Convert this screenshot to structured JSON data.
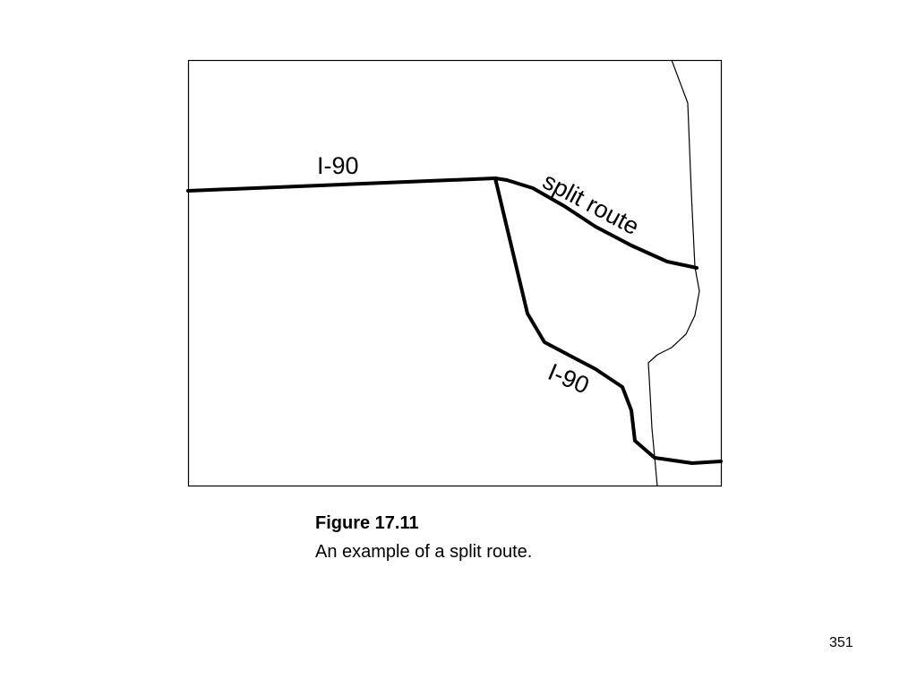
{
  "map": {
    "labels": {
      "main_route": "I-90",
      "split_route": "split route",
      "alternate_route": "I-90"
    }
  },
  "caption": {
    "title": "Figure 17.11",
    "text": "An example of a split route."
  },
  "page_number": "351",
  "colors": {
    "route": "#000000",
    "boundary": "#000000",
    "frame": "#000000",
    "background": "#ffffff"
  }
}
